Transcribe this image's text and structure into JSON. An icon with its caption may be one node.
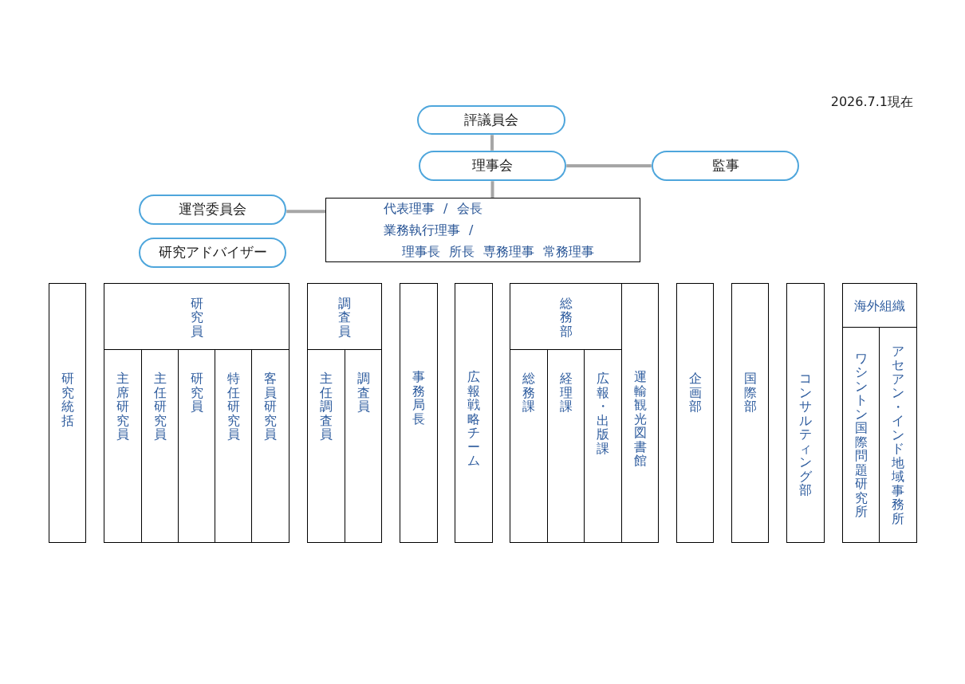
{
  "diagram": {
    "nodes": [
      {
        "text": [
          "評議員会"
        ]
      },
      {
        "text": [
          "理事会"
        ]
      },
      {
        "text": [
          "監事"
        ]
      },
      {
        "text": [
          "運営委員会"
        ]
      },
      {
        "text": [
          "代表理事 / 会長",
          "業務執行理事 /",
          "理事長 所長 専務理事 常務理事"
        ]
      },
      {
        "text": [
          "研究アドバイザー"
        ]
      },
      {
        "text": [
          "研究統括"
        ]
      },
      {
        "text": [
          "研究員"
        ]
      },
      {
        "text": [
          "主席研究員"
        ],
        "in": 7
      },
      {
        "text": [
          "主任研究員"
        ],
        "in": 7
      },
      {
        "text": [
          "研究員"
        ],
        "in": 7
      },
      {
        "text": [
          "特任研究員"
        ],
        "in": 7
      },
      {
        "text": [
          "客員研究員"
        ],
        "in": 7
      },
      {
        "text": [
          "調査員"
        ]
      },
      {
        "text": [
          "主任調査員"
        ],
        "in": 13
      },
      {
        "text": [
          "調査員"
        ],
        "in": 13
      },
      {
        "text": [
          "事務局長"
        ]
      },
      {
        "text": [
          "広報戦略チーム"
        ]
      },
      {
        "text": [
          "総務部"
        ]
      },
      {
        "text": [
          "総務課"
        ],
        "in": 18
      },
      {
        "text": [
          "経理課"
        ],
        "in": 18
      },
      {
        "text": [
          "広報・出版課"
        ],
        "in": 18
      },
      {
        "text": [
          "運輸観光図書館"
        ]
      },
      {
        "text": [
          "企画部"
        ]
      },
      {
        "text": [
          "国際部"
        ]
      },
      {
        "text": [
          "コンサルティング部"
        ]
      },
      {
        "text": [
          "海外組織"
        ]
      },
      {
        "text": [
          "ワシントン国際問題研究所"
        ],
        "in": 26
      },
      {
        "text": [
          "アセアン・インド地域事務所"
        ],
        "in": 26
      }
    ],
    "edges": [
      {
        "from": 0,
        "to": 1,
        "arrow": "none"
      },
      {
        "from": 1,
        "to": 2,
        "arrow": "none"
      },
      {
        "from": 1,
        "to": 4,
        "arrow": "none"
      },
      {
        "from": 3,
        "to": 4,
        "arrow": "none"
      }
    ],
    "labels": [
      "2026.7.1現在"
    ]
  }
}
